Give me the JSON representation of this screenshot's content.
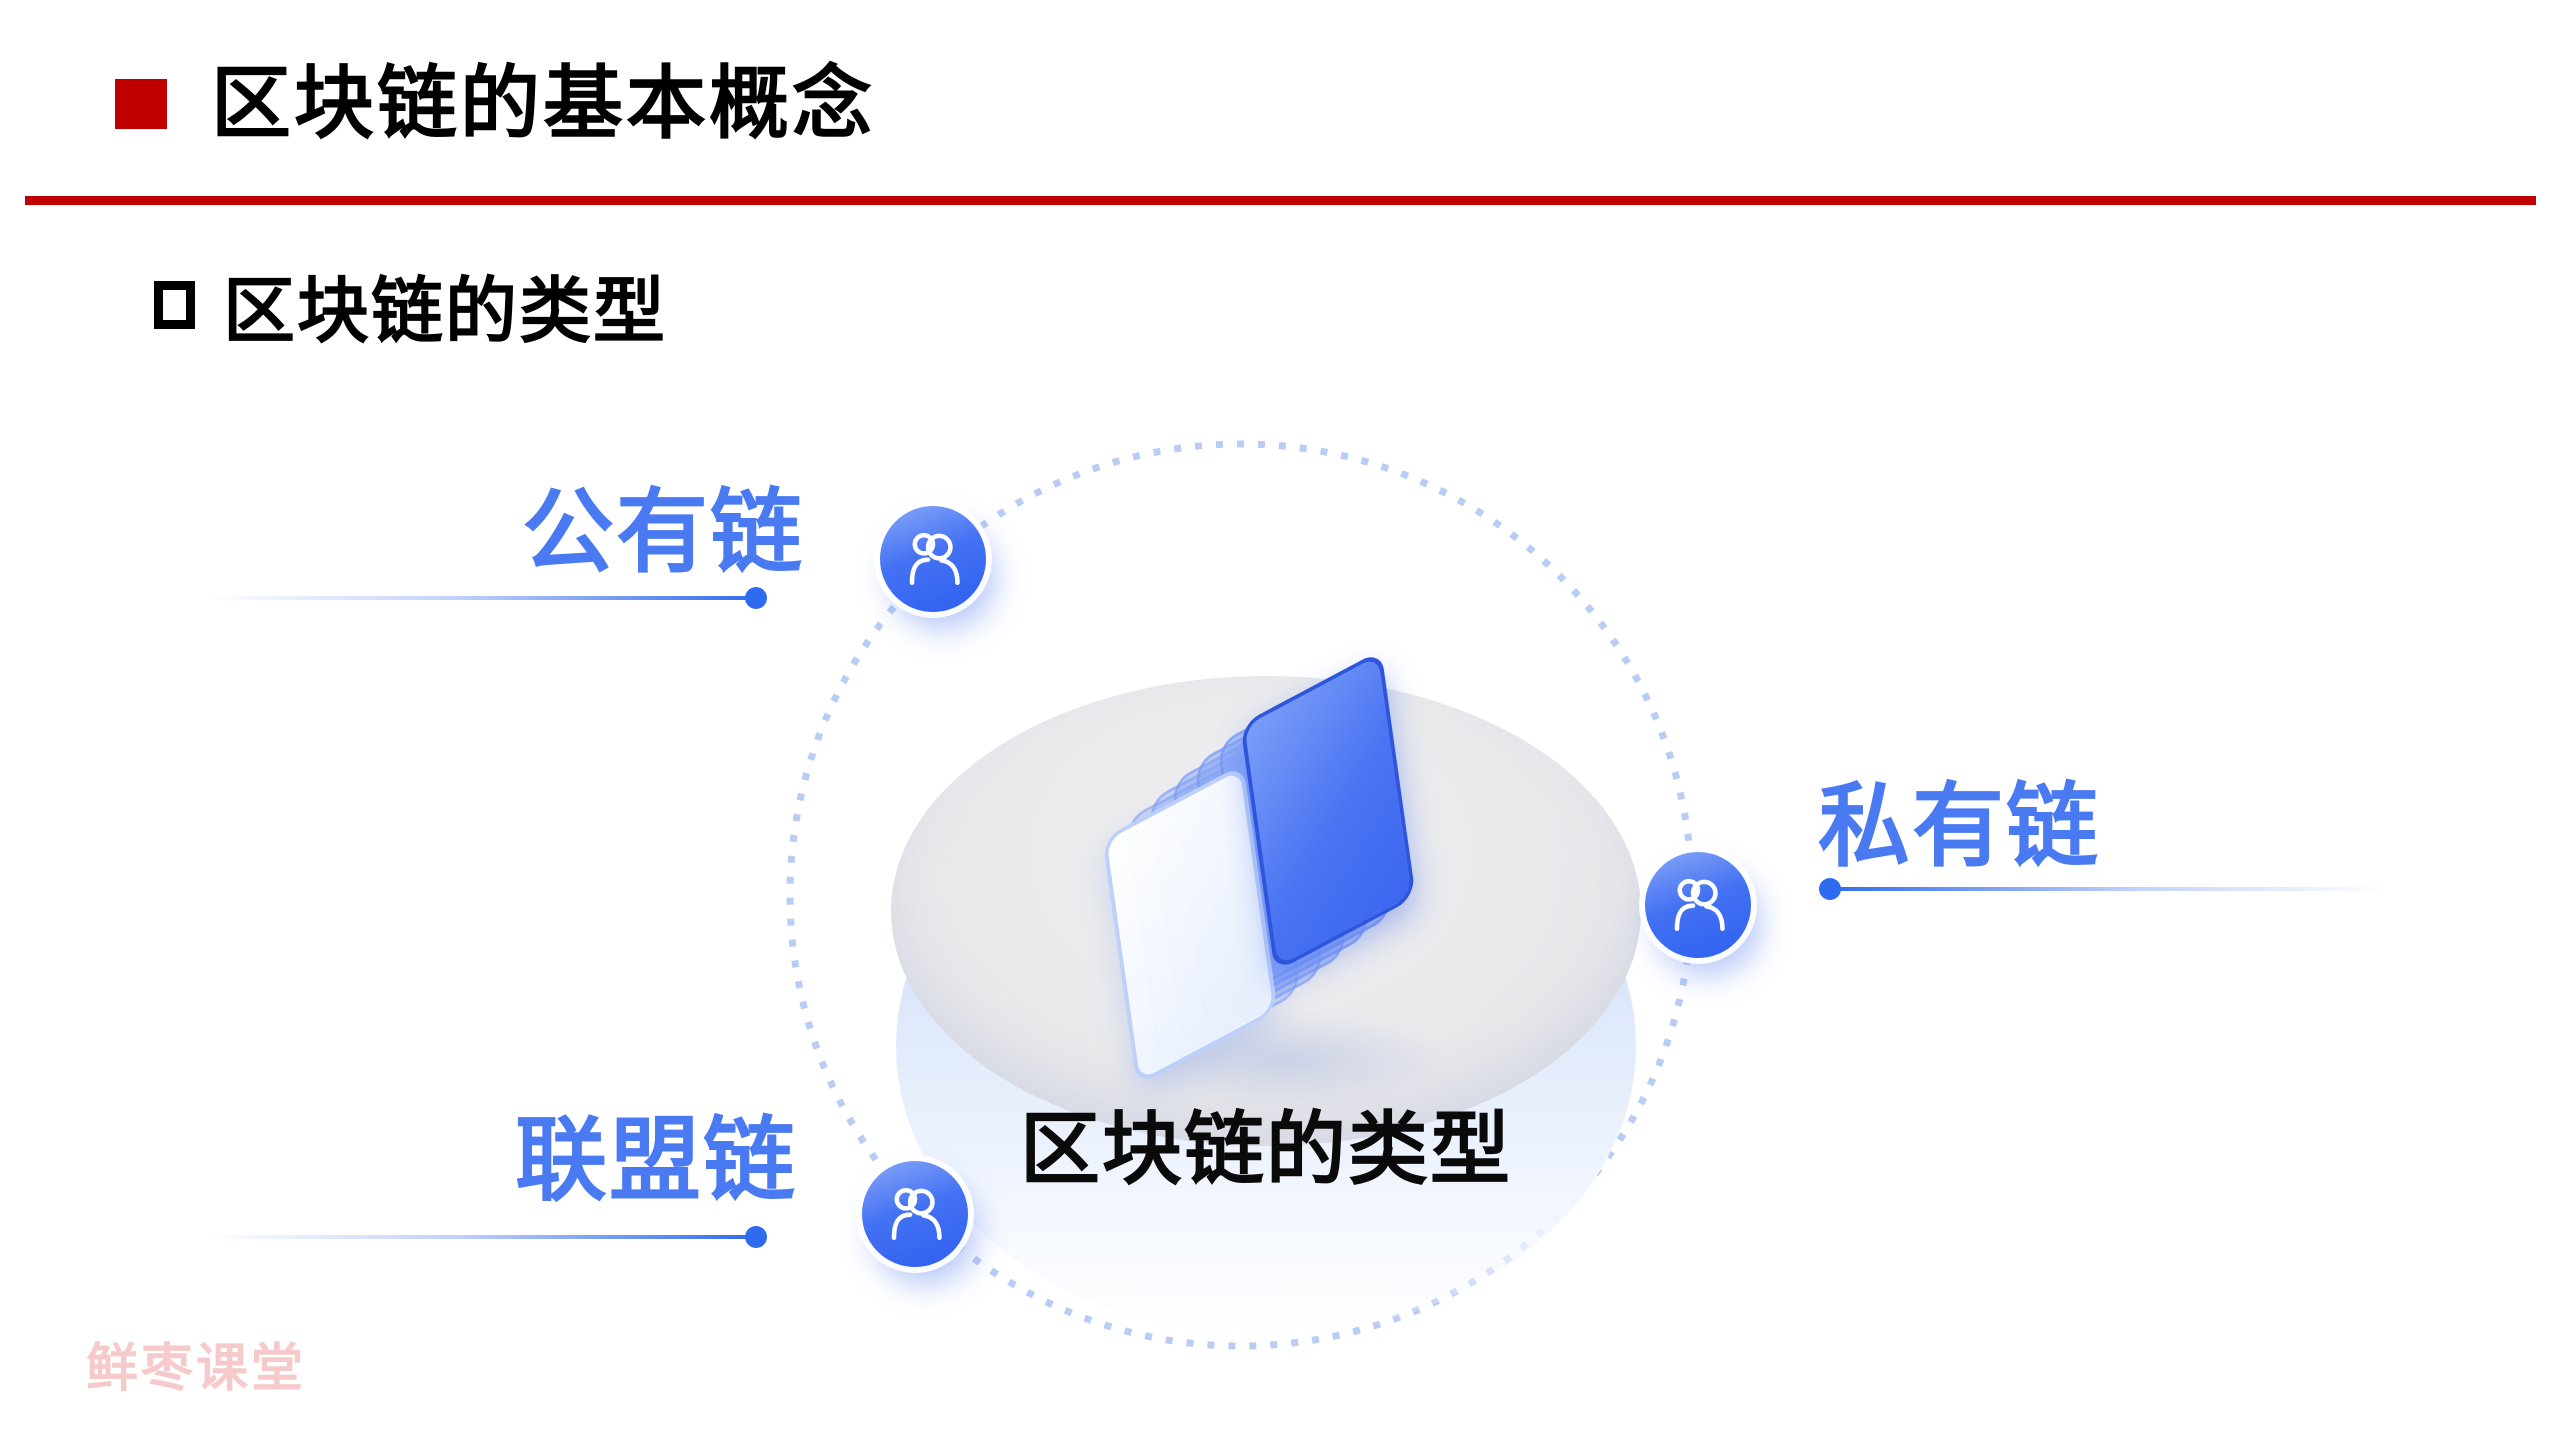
{
  "slide": {
    "title": "区块链的基本概念",
    "section_title": "区块链的类型",
    "watermark": "鲜枣课堂"
  },
  "diagram": {
    "center_label": "区块链的类型",
    "nodes": [
      {
        "id": "public",
        "label": "公有链"
      },
      {
        "id": "private",
        "label": "私有链"
      },
      {
        "id": "consortium",
        "label": "联盟链"
      }
    ]
  },
  "colors": {
    "accent-red": "#c00000",
    "accent-blue": "#4a7af2",
    "line-blue": "#2f6bee",
    "dash-blue": "#b9ccf4",
    "watermark-pink": "#f6caca"
  }
}
